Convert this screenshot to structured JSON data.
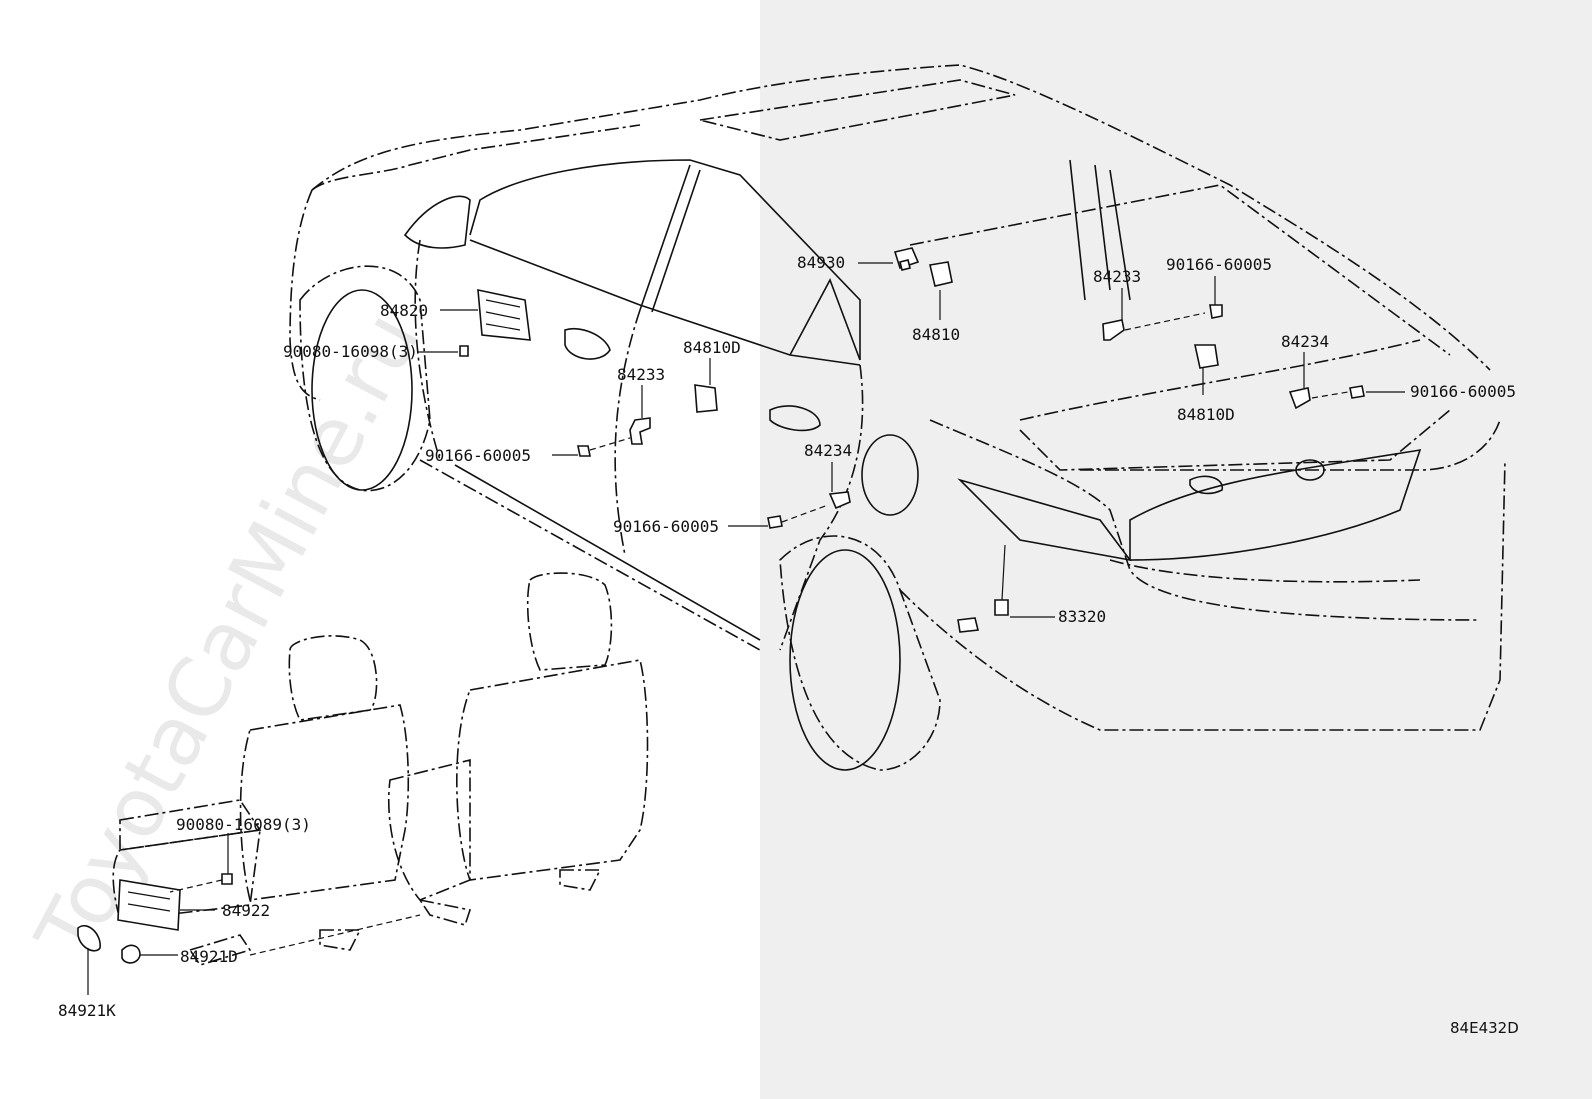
{
  "watermark": "ToyotaCarMine.ru",
  "diagram_code": "84E432D",
  "labels": {
    "p84930": "84930",
    "p84820": "84820",
    "p90080_16098": "90080-16098(3)",
    "p84810D_a": "84810D",
    "p84233_a": "84233",
    "p90166_a": "90166-60005",
    "p84810": "84810",
    "p84233_b": "84233",
    "p90166_b": "90166-60005",
    "p84234_a": "84234",
    "p90166_c": "90166-60005",
    "p84810D_b": "84810D",
    "p84234_b": "84234",
    "p90166_d": "90166-60005",
    "p83320": "83320",
    "p90080_16089": "90080-16089(3)",
    "p84922": "84922",
    "p84921D": "84921D",
    "p84921K": "84921K"
  }
}
